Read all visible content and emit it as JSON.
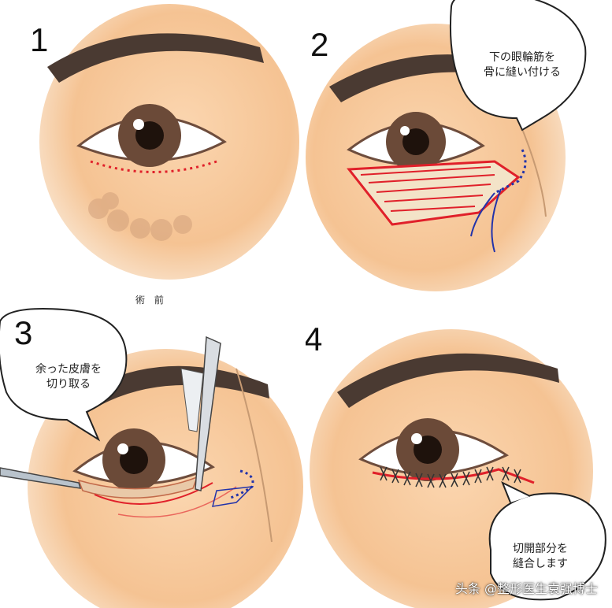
{
  "panels": [
    {
      "number": "1",
      "caption": "術 前"
    },
    {
      "number": "2",
      "bubble": [
        "下の眼輪筋を",
        "骨に縫い付ける"
      ]
    },
    {
      "number": "3",
      "bubble": [
        "余った皮膚を",
        "切り取る"
      ]
    },
    {
      "number": "4",
      "bubble": [
        "切開部分を",
        "縫合します"
      ]
    }
  ],
  "watermark": "头条 @整形医生袁强博士",
  "colors": {
    "skin": "#f7c9a0",
    "skin_dark": "#eeb07e",
    "eyebrow": "#4a3a32",
    "iris": "#6b4a38",
    "incision": "#e0202a",
    "suture": "#2233aa"
  }
}
